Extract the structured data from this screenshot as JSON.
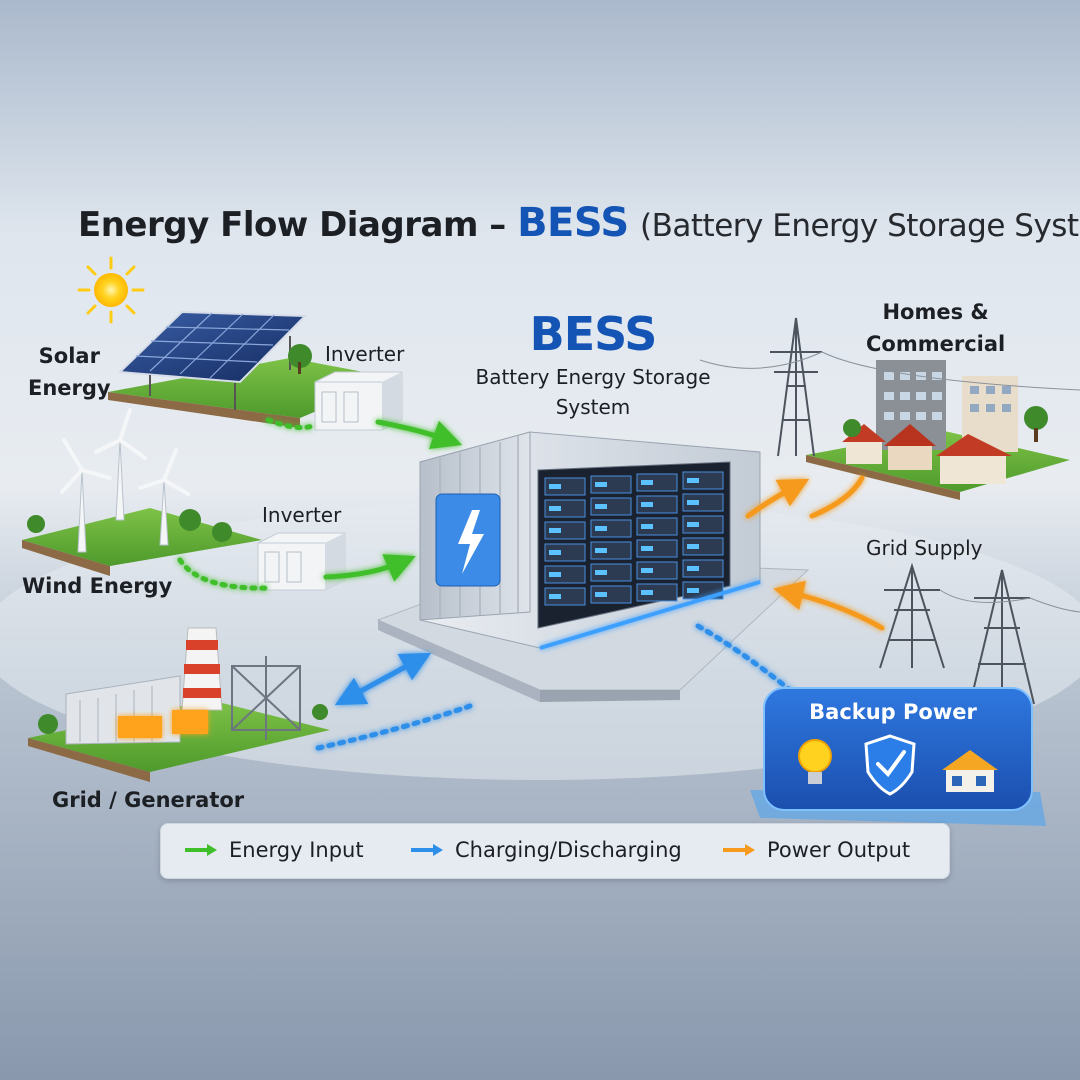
{
  "title": {
    "main": "Energy Flow Diagram –",
    "accent": "BESS",
    "sub": "(Battery Energy Storage System)"
  },
  "sources": {
    "solar": [
      "Solar",
      "Energy"
    ],
    "wind": "Wind Energy",
    "grid_generator": "Grid / Generator"
  },
  "inverters": [
    "Inverter",
    "Inverter"
  ],
  "bess": {
    "name": "BESS",
    "description": [
      "Battery Energy Storage",
      "System"
    ],
    "icon": "lightning-bolt-icon"
  },
  "outputs": {
    "homes": [
      "Homes &",
      "Commercial"
    ],
    "grid_supply": "Grid Supply"
  },
  "backup": {
    "title": "Backup Power",
    "icons": [
      "light-bulb-icon",
      "shield-check-icon",
      "house-icon"
    ]
  },
  "legend": [
    {
      "label": "Energy Input",
      "color": "#3fbf2a"
    },
    {
      "label": "Charging/Discharging",
      "color": "#2e8fea"
    },
    {
      "label": "Power Output",
      "color": "#f59a1c"
    }
  ],
  "colors": {
    "accent": "#1454b4",
    "input": "#3fbf2a",
    "charge": "#2e8fea",
    "output": "#f59a1c"
  }
}
